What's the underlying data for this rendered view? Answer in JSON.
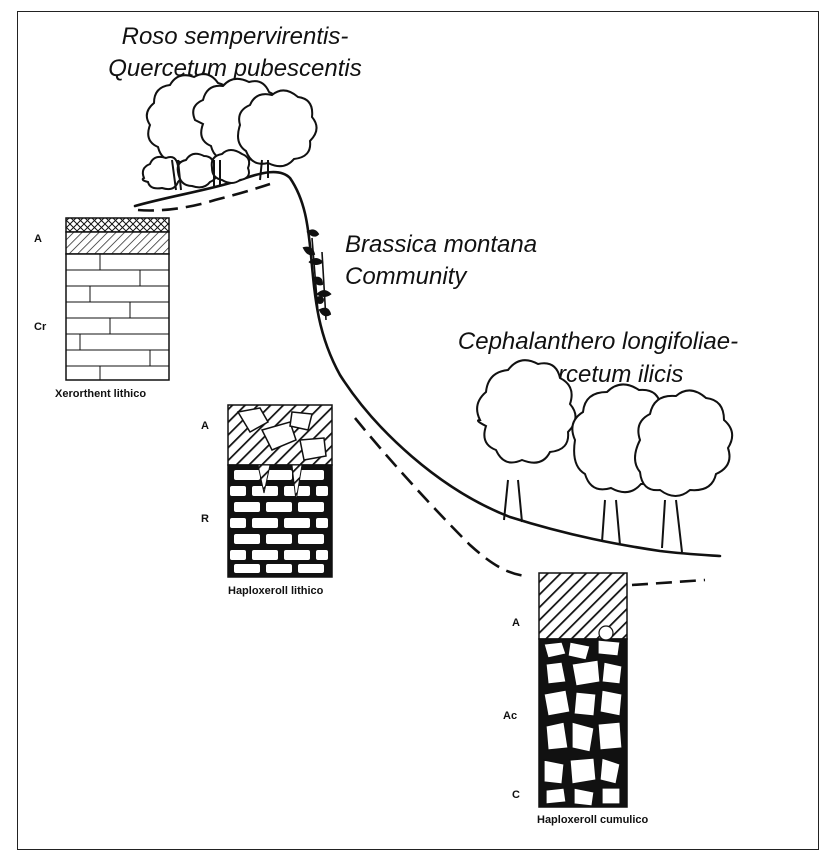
{
  "communities": {
    "upper": {
      "line1": "Roso sempervirentis-",
      "line2": "Quercetum pubescentis"
    },
    "slope": {
      "line1": "Brassica montana",
      "line2": "Community"
    },
    "lower": {
      "line1": "Cephalanthero longifoliae-",
      "line2": "Quercetum ilicis"
    }
  },
  "profiles": {
    "xerorthent": {
      "caption": "Xerorthent lithico",
      "horizons": [
        "A",
        "Cr"
      ]
    },
    "haploxeroll_lithico": {
      "caption": "Haploxeroll lithico",
      "horizons": [
        "A",
        "R"
      ]
    },
    "haploxeroll_cumulico": {
      "caption": "Haploxeroll cumulico",
      "horizons": [
        "A",
        "Ac",
        "C"
      ]
    }
  }
}
